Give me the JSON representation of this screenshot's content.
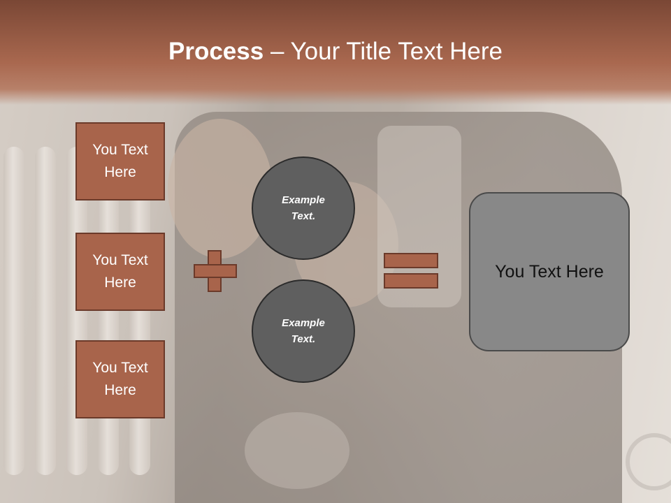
{
  "title": {
    "bold": "Process",
    "rest": " – Your Title Text Here"
  },
  "left_boxes": [
    {
      "label": "You Text Here"
    },
    {
      "label": "You Text Here"
    },
    {
      "label": "You Text Here"
    }
  ],
  "circles": [
    {
      "label": "Example Text."
    },
    {
      "label": "Example Text."
    }
  ],
  "result": {
    "label": "You Text Here"
  },
  "colors": {
    "accent": "#a8644b",
    "accent_border": "#6b3a2a",
    "circle_fill": "#5f5f5f",
    "result_fill": "#888888"
  },
  "icons": {
    "plus": "plus-sign",
    "equals": "equals-sign"
  }
}
